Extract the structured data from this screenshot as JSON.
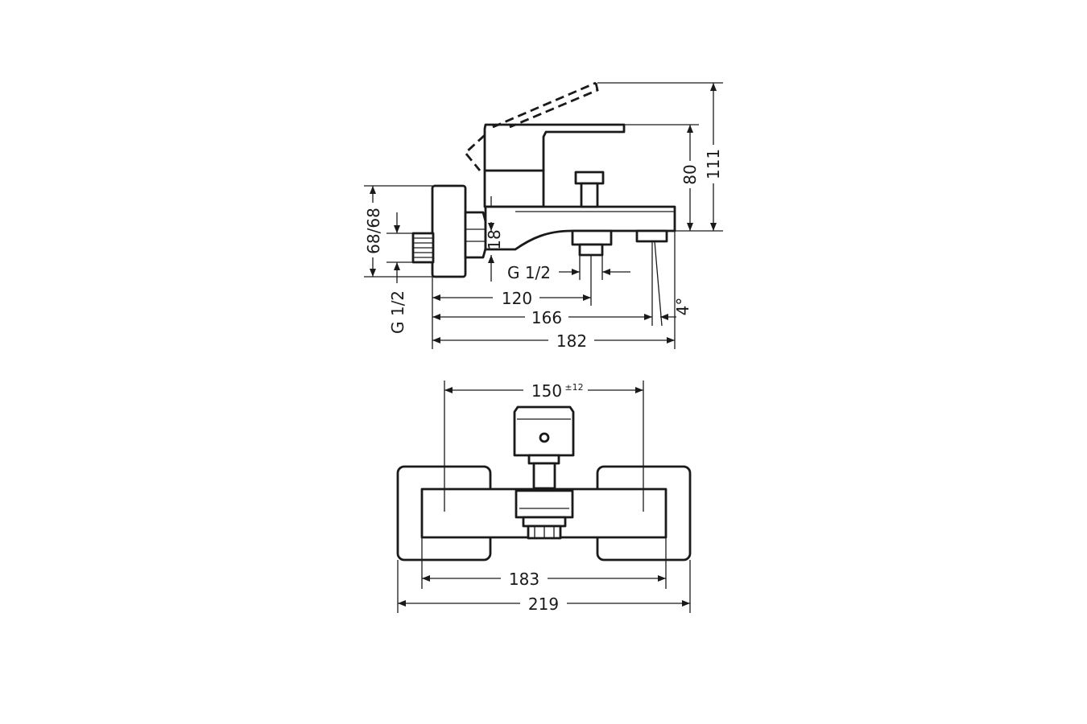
{
  "side_view": {
    "height_total": "111",
    "height_lever": "80",
    "offset": "18",
    "connection_height": "68/68",
    "outlet_thread": "G 1/2",
    "inlet_thread": "G 1/2",
    "length_120": "120",
    "length_166": "166",
    "length_182": "182",
    "angle": "4°"
  },
  "front_view": {
    "centers": "150",
    "centers_tolerance": "±12",
    "width_inner": "183",
    "width_total": "219"
  }
}
